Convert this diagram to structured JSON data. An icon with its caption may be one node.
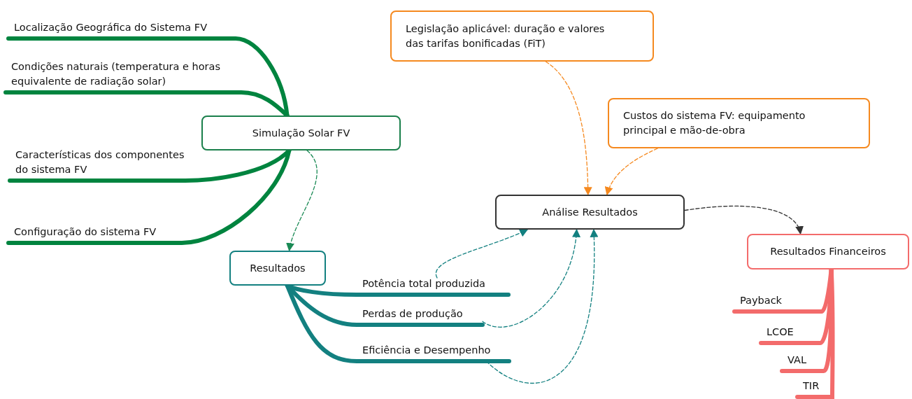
{
  "diagram": {
    "nodes": [
      {
        "text": [
          "Localização Geográfica do Sistema FV"
        ]
      },
      {
        "text": [
          "Condições naturais (temperatura e horas equivalente de radiação solar)"
        ]
      },
      {
        "text": [
          "Características dos componentes do sistema FV"
        ]
      },
      {
        "text": [
          "Configuração do sistema FV"
        ]
      },
      {
        "text": [
          "Simulação Solar FV"
        ]
      },
      {
        "text": [
          "Resultados"
        ]
      },
      {
        "text": [
          "Potência total produzida"
        ]
      },
      {
        "text": [
          "Perdas de produção"
        ]
      },
      {
        "text": [
          "Eficiência e Desempenho"
        ]
      },
      {
        "text": [
          "Legislação aplicável: duração e valores das tarifas bonificadas (FiT)"
        ]
      },
      {
        "text": [
          "Custos do sistema FV: equipamento principal e mão-de-obra"
        ]
      },
      {
        "text": [
          "Análise Resultados"
        ]
      },
      {
        "text": [
          "Resultados Financeiros"
        ]
      },
      {
        "text": [
          "Payback"
        ]
      },
      {
        "text": [
          "LCOE"
        ]
      },
      {
        "text": [
          "VAL"
        ]
      },
      {
        "text": [
          "TIR"
        ]
      }
    ],
    "edges": [
      {
        "from": 4,
        "to": 0,
        "arrow": "none",
        "color": "#00843f"
      },
      {
        "from": 4,
        "to": 1,
        "arrow": "none",
        "color": "#00843f"
      },
      {
        "from": 4,
        "to": 2,
        "arrow": "none",
        "color": "#00843f"
      },
      {
        "from": 4,
        "to": 3,
        "arrow": "none",
        "color": "#00843f"
      },
      {
        "from": 4,
        "to": 5,
        "arrow": "to",
        "style": "dashed",
        "color": "#1a8a55"
      },
      {
        "from": 5,
        "to": 6,
        "arrow": "none"
      },
      {
        "from": 5,
        "to": 7,
        "arrow": "none"
      },
      {
        "from": 5,
        "to": 8,
        "arrow": "none"
      },
      {
        "from": 6,
        "to": 11,
        "arrow": "to",
        "style": "dashed"
      },
      {
        "from": 7,
        "to": 11,
        "arrow": "to",
        "style": "dashed"
      },
      {
        "from": 8,
        "to": 11,
        "arrow": "to",
        "style": "dashed"
      },
      {
        "from": 9,
        "to": 11,
        "arrow": "to",
        "style": "dashed",
        "color": "#f5891f"
      },
      {
        "from": 10,
        "to": 11,
        "arrow": "to",
        "style": "dashed",
        "color": "#f5891f"
      },
      {
        "from": 11,
        "to": 12,
        "arrow": "to",
        "style": "dashed",
        "color": "#333333"
      },
      {
        "from": 12,
        "to": 13,
        "arrow": "none",
        "color": "#f36b6b"
      },
      {
        "from": 12,
        "to": 14,
        "arrow": "none",
        "color": "#f36b6b"
      },
      {
        "from": 12,
        "to": 15,
        "arrow": "none",
        "color": "#f36b6b"
      },
      {
        "from": 12,
        "to": 16,
        "arrow": "none",
        "color": "#f36b6b"
      }
    ]
  }
}
